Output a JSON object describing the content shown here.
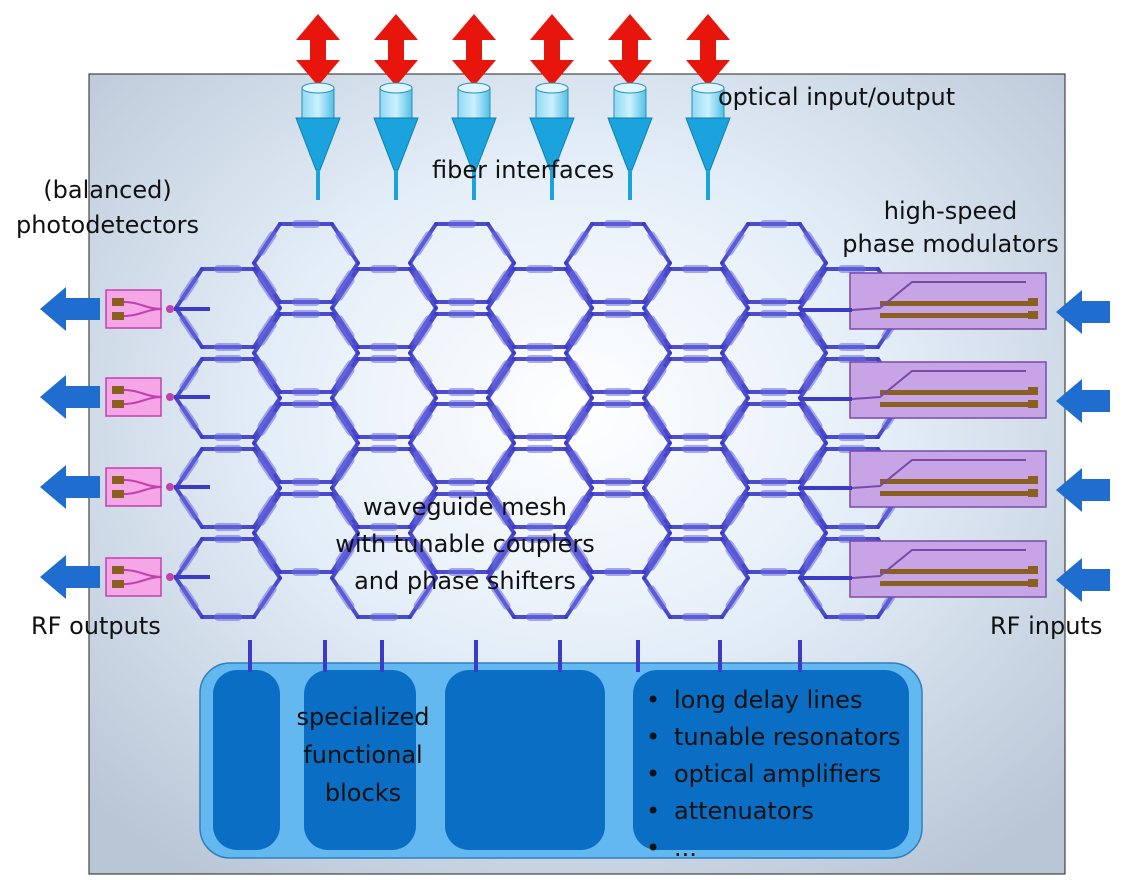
{
  "labels": {
    "optical_io": "optical input/output",
    "fiber_interfaces": "fiber interfaces",
    "photodetectors_line1": "(balanced)",
    "photodetectors_line2": "photodetectors",
    "modulators_line1": "high-speed",
    "modulators_line2": "phase modulators",
    "mesh_line1": "waveguide mesh",
    "mesh_line2": "with tunable couplers",
    "mesh_line3": "and phase shifters",
    "rf_outputs": "RF outputs",
    "rf_inputs": "RF inputs",
    "functional_line1": "specialized",
    "functional_line2": "functional",
    "functional_line3": "blocks"
  },
  "functional_blocks": [
    "long delay lines",
    "tunable resonators",
    "optical amplifiers",
    "attenuators",
    "..."
  ],
  "colors": {
    "mesh": "#3b3bc8",
    "fiber": "#1aa3dc",
    "fiber_arrow": "#e8150c",
    "rf_arrow": "#1f6ecf",
    "photodetector": "#f4a6e6",
    "photodetector_border": "#c43fb0",
    "modulator": "#c7a4e6",
    "modulator_border": "#7a4aa8",
    "electrode": "#8a6020",
    "block_outer": "#63b8f0",
    "block_inner": "#0a6fc4"
  },
  "counts": {
    "fiber_ports": 6,
    "photodetectors": 4,
    "modulators": 4
  }
}
